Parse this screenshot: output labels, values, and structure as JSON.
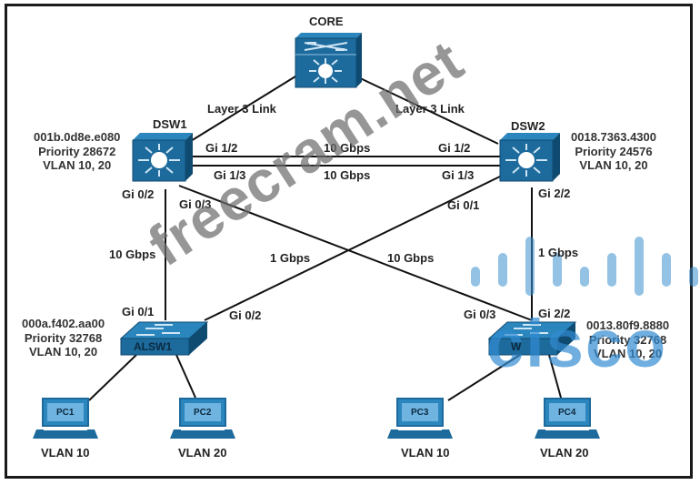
{
  "diagram": {
    "title": "Spanning tree topology",
    "colors": {
      "device_blue": "#1d6a9c",
      "device_dark": "#0f4a70",
      "device_light": "#2b86bd",
      "line": "#111111",
      "text": "#222222",
      "watermark_gray": "#6e6e6e",
      "watermark_blue": "#3a8fd0"
    },
    "devices": {
      "core": {
        "name": "CORE",
        "type": "multilayer-switch"
      },
      "dsw1": {
        "name": "DSW1",
        "type": "multilayer-switch",
        "mac": "001b.0d8e.e080",
        "priority": "Priority 28672",
        "vlans": "VLAN 10, 20"
      },
      "dsw2": {
        "name": "DSW2",
        "type": "multilayer-switch",
        "mac": "0018.7363.4300",
        "priority": "Priority 24576",
        "vlans": "VLAN 10, 20"
      },
      "alsw1": {
        "name": "ALSW1",
        "type": "access-switch",
        "mac": "000a.f402.aa00",
        "priority": "Priority 32768",
        "vlans": "VLAN 10, 20"
      },
      "alsw2": {
        "name": "W",
        "type": "access-switch",
        "mac": "0013.80f9.8880",
        "priority": "Priority 32768",
        "vlans": "VLAN 10, 20"
      },
      "pc1": {
        "name": "PC1",
        "vlan": "VLAN 10"
      },
      "pc2": {
        "name": "PC2",
        "vlan": "VLAN 20"
      },
      "pc3": {
        "name": "PC3",
        "vlan": "VLAN 10"
      },
      "pc4": {
        "name": "PC4",
        "vlan": "VLAN 20"
      }
    },
    "links": {
      "core_dsw1": "Layer 3 Link",
      "core_dsw2": "Layer 3 Link",
      "dsw1_dsw2_a": {
        "speed": "10 Gbps",
        "port_a": "Gi 1/2",
        "port_b": "Gi 1/2"
      },
      "dsw1_dsw2_b": {
        "speed": "10 Gbps",
        "port_a": "Gi 1/3",
        "port_b": "Gi 1/3"
      },
      "dsw1_alsw1": {
        "speed": "10 Gbps",
        "port_a": "Gi 0/2",
        "port_b": "Gi 0/1"
      },
      "dsw1_alsw2": {
        "speed": "10 Gbps",
        "port_a": "Gi 0/3",
        "port_b": "Gi 0/3"
      },
      "dsw2_alsw1": {
        "speed": "1 Gbps",
        "port_a": "Gi 0/1",
        "port_b": "Gi 0/2"
      },
      "dsw2_alsw2": {
        "speed": "1 Gbps",
        "port_a": "Gi 2/2",
        "port_b": "Gi 2/2"
      }
    },
    "watermarks": {
      "site": "freecram.net",
      "brand": "cisco"
    }
  }
}
